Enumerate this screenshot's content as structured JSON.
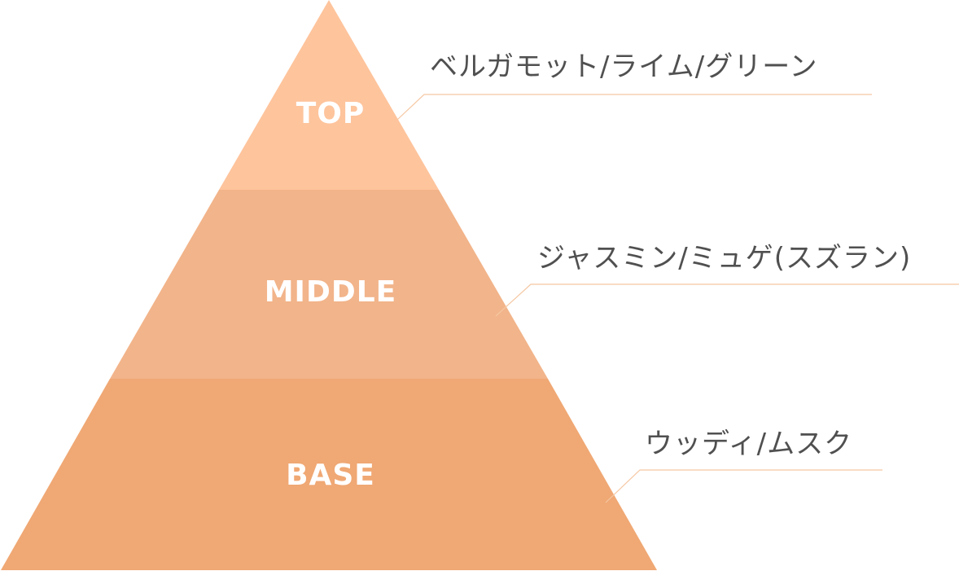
{
  "colors": {
    "top": "#fec49c",
    "middle": "#f2b48a",
    "base": "#f0a874",
    "leader": "#f5c7a2",
    "note_text": "#505050",
    "tier_text": "#ffffff"
  },
  "tiers": [
    {
      "id": "top",
      "label": "TOP",
      "notes": "ベルガモット/ライム/グリーン"
    },
    {
      "id": "middle",
      "label": "MIDDLE",
      "notes": "ジャスミン/ミュゲ(スズラン)"
    },
    {
      "id": "base",
      "label": "BASE",
      "notes": "ウッディ/ムスク"
    }
  ]
}
